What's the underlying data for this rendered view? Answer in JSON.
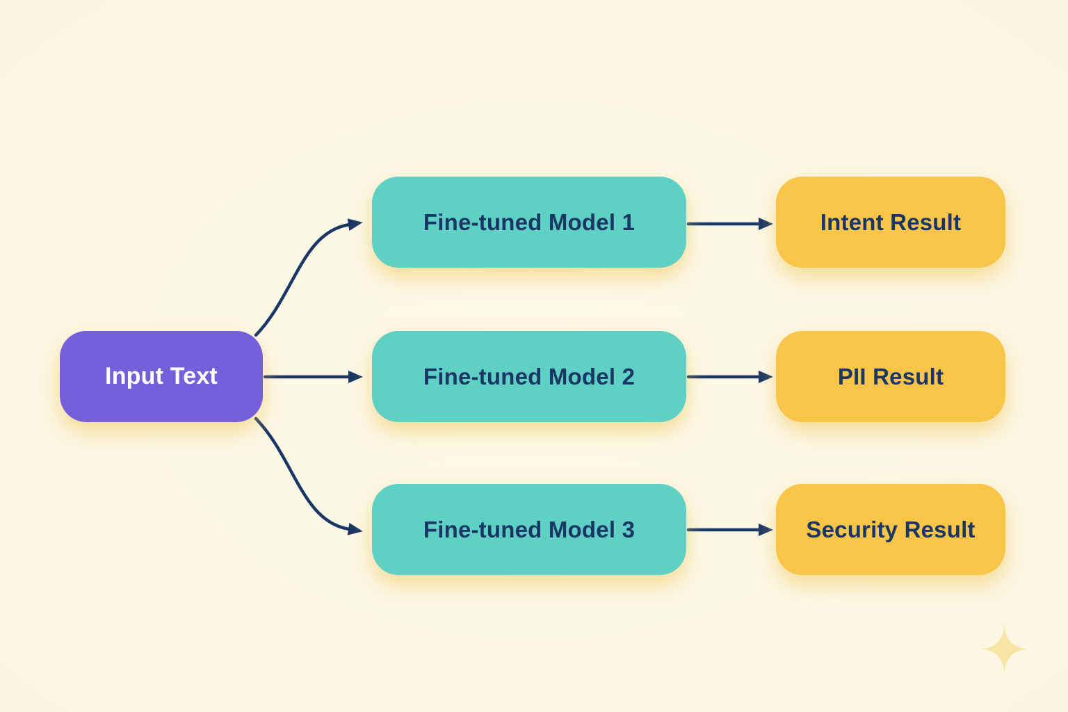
{
  "page": {
    "background_color": "#FCF7E4",
    "glow_shadow_color": "rgba(241,196,84,0.55)"
  },
  "diagram": {
    "arrow_color": "#1A3665",
    "nodes": {
      "input": {
        "label": "Input Text",
        "fill": "#7560DA",
        "text_color": "#FFFFFF"
      },
      "models": [
        {
          "label": "Fine-tuned Model 1",
          "fill": "#5FD0C4",
          "text_color": "#1A3665"
        },
        {
          "label": "Fine-tuned Model 2",
          "fill": "#5FD0C4",
          "text_color": "#1A3665"
        },
        {
          "label": "Fine-tuned Model 3",
          "fill": "#5FD0C4",
          "text_color": "#1A3665"
        }
      ],
      "results": [
        {
          "label": "Intent Result",
          "fill": "#F8C549",
          "text_color": "#1A3665"
        },
        {
          "label": "PII Result",
          "fill": "#F8C549",
          "text_color": "#1A3665"
        },
        {
          "label": "Security Result",
          "fill": "#F8C549",
          "text_color": "#1A3665"
        }
      ]
    },
    "edges": [
      {
        "from": "input",
        "to": "model-1",
        "style": "curved-up"
      },
      {
        "from": "input",
        "to": "model-2",
        "style": "straight"
      },
      {
        "from": "input",
        "to": "model-3",
        "style": "curved-down"
      },
      {
        "from": "model-1",
        "to": "result-1",
        "style": "straight"
      },
      {
        "from": "model-2",
        "to": "result-2",
        "style": "straight"
      },
      {
        "from": "model-3",
        "to": "result-3",
        "style": "straight"
      }
    ],
    "sparkle": {
      "icon": "four-point-star",
      "color": "#F8E5A6"
    }
  }
}
